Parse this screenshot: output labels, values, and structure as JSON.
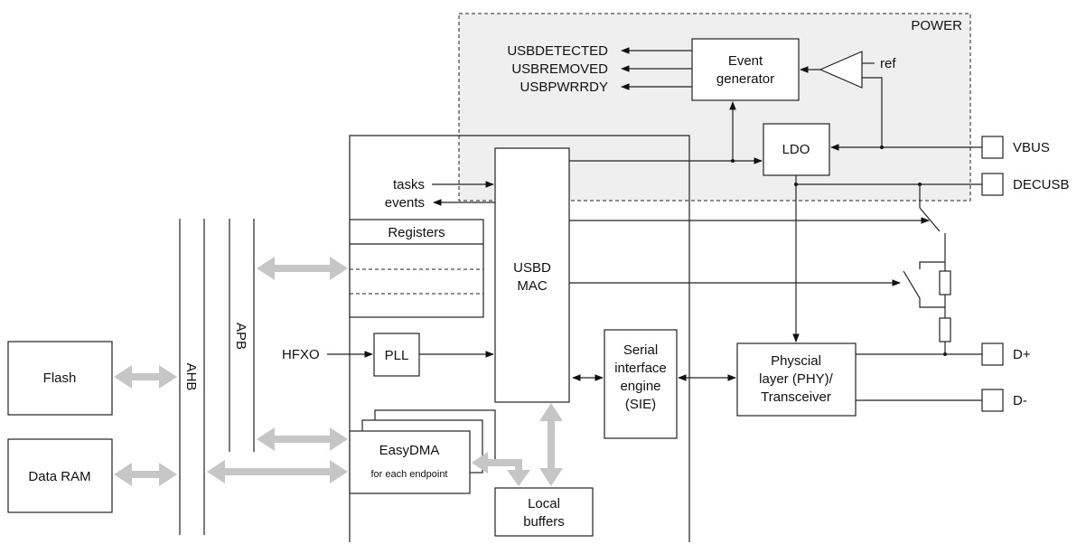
{
  "power_block": {
    "title": "POWER",
    "event_generator": [
      "Event",
      "generator"
    ],
    "ref_label": "ref",
    "ldo_label": "LDO",
    "events": [
      "USBDETECTED",
      "USBREMOVED",
      "USBPWRRDY"
    ]
  },
  "pins": {
    "vbus": "VBUS",
    "decusb": "DECUSB",
    "dplus": "D+",
    "dminus": "D-"
  },
  "usbd": {
    "mac_label": [
      "USBD",
      "MAC"
    ],
    "tasks_label": "tasks",
    "events_label": "events",
    "registers_label": "Registers",
    "hfxo_label": "HFXO",
    "pll_label": "PLL",
    "sie_label": [
      "Serial",
      "interface",
      "engine",
      "(SIE)"
    ],
    "phy_label": [
      "Physcial",
      "layer (PHY)/",
      "Transceiver"
    ],
    "easydma_label": "EasyDMA",
    "easydma_sub": "for each endpoint",
    "local_buffers_label": [
      "Local",
      "buffers"
    ]
  },
  "buses": {
    "ahb": "AHB",
    "apb": "APB"
  },
  "memory": {
    "flash": "Flash",
    "data_ram": "Data RAM"
  }
}
